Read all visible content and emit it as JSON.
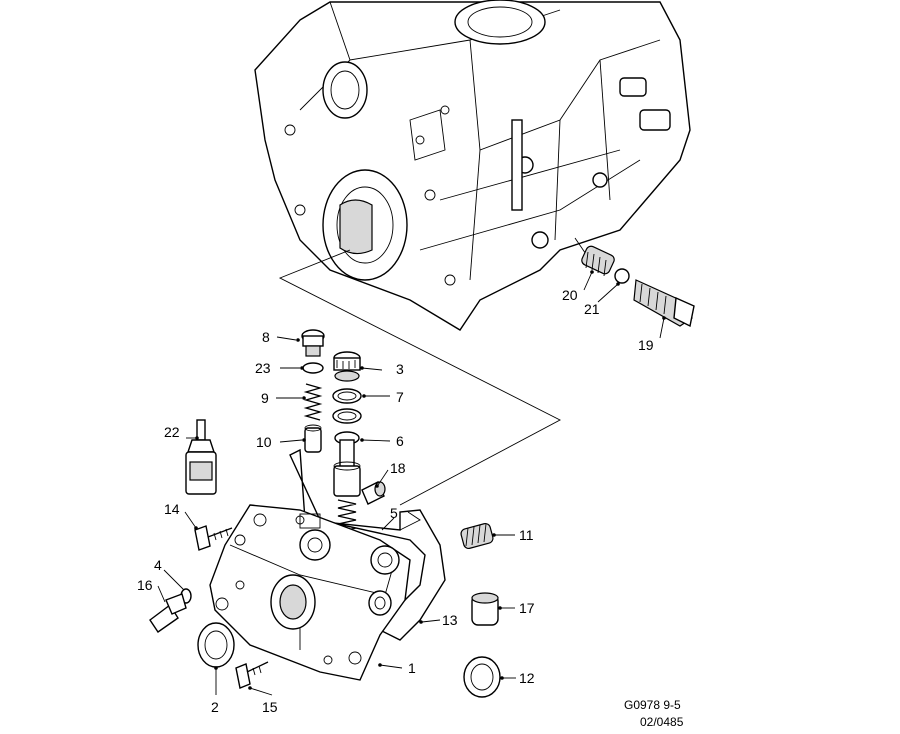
{
  "callouts": [
    {
      "id": "1",
      "label": "1"
    },
    {
      "id": "2",
      "label": "2"
    },
    {
      "id": "3",
      "label": "3"
    },
    {
      "id": "4",
      "label": "4"
    },
    {
      "id": "5",
      "label": "5"
    },
    {
      "id": "6",
      "label": "6"
    },
    {
      "id": "7",
      "label": "7"
    },
    {
      "id": "8",
      "label": "8"
    },
    {
      "id": "9",
      "label": "9"
    },
    {
      "id": "10",
      "label": "10"
    },
    {
      "id": "11",
      "label": "11"
    },
    {
      "id": "12",
      "label": "12"
    },
    {
      "id": "13",
      "label": "13"
    },
    {
      "id": "14",
      "label": "14"
    },
    {
      "id": "15",
      "label": "15"
    },
    {
      "id": "16",
      "label": "16"
    },
    {
      "id": "17",
      "label": "17"
    },
    {
      "id": "18",
      "label": "18"
    },
    {
      "id": "19",
      "label": "19"
    },
    {
      "id": "20",
      "label": "20"
    },
    {
      "id": "21",
      "label": "21"
    },
    {
      "id": "22",
      "label": "22"
    },
    {
      "id": "23",
      "label": "23"
    }
  ],
  "drawing_code": {
    "line1": "G0978 9-5",
    "line2": "02/0485"
  }
}
